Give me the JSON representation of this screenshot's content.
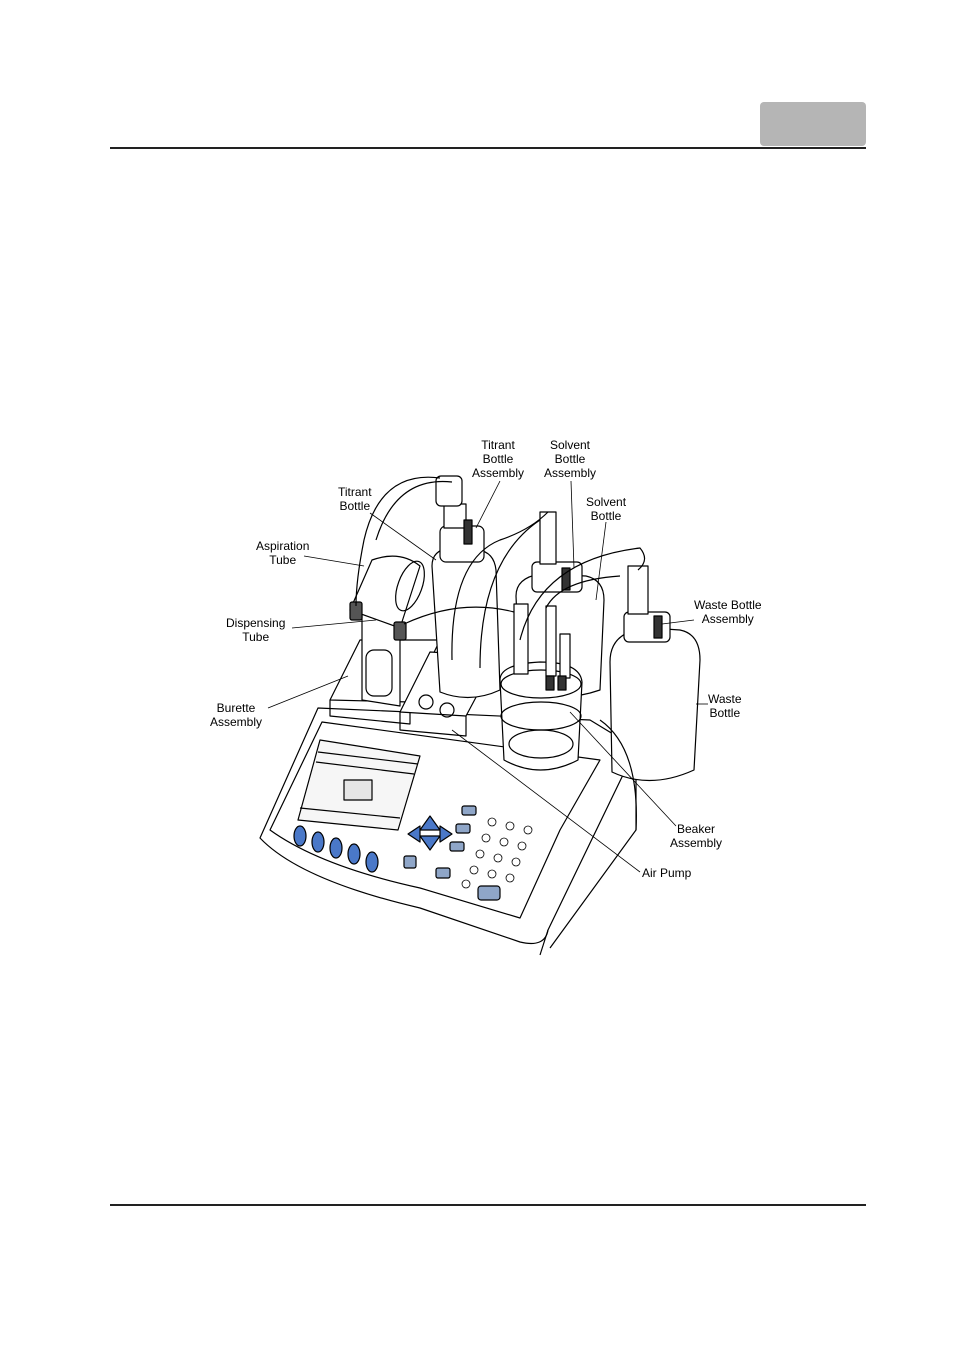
{
  "header_tab": "",
  "labels": {
    "titrant_bottle_assembly": [
      "Titrant",
      "Bottle",
      "Assembly"
    ],
    "solvent_bottle_assembly": [
      "Solvent",
      "Bottle",
      "Assembly"
    ],
    "titrant_bottle": [
      "Titrant",
      "Bottle"
    ],
    "solvent_bottle": [
      "Solvent",
      "Bottle"
    ],
    "aspiration_tube": [
      "Aspiration",
      "Tube"
    ],
    "dispensing_tube": [
      "Dispensing",
      "Tube"
    ],
    "waste_bottle_assembly": [
      "Waste Bottle",
      "Assembly"
    ],
    "burette_assembly": [
      "Burette",
      "Assembly"
    ],
    "waste_bottle": [
      "Waste",
      "Bottle"
    ],
    "beaker_assembly": [
      "Beaker",
      "Assembly"
    ],
    "air_pump": [
      "Air Pump"
    ]
  },
  "colors": {
    "rule": "#222222",
    "tab": "#b5b5b5",
    "keypad_blue": "#4a78c8"
  }
}
